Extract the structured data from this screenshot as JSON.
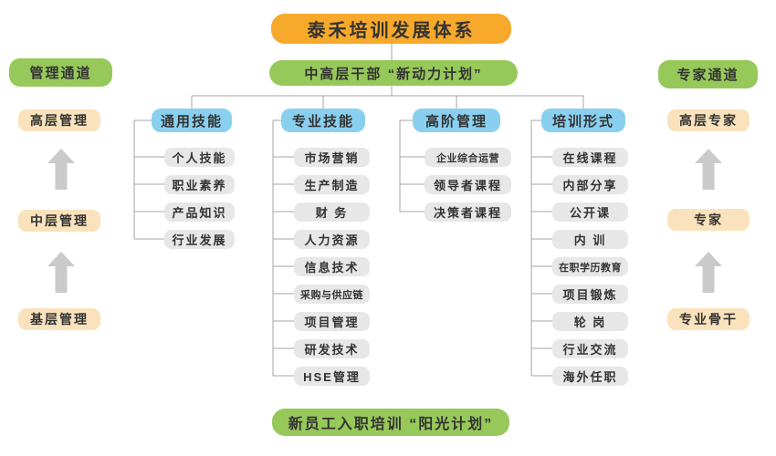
{
  "title": "泰禾培训发展体系",
  "program_banner": "中高层干部 “新动力计划”",
  "onboarding_banner": "新员工入职培训 “阳光计划”",
  "left_channel": {
    "title": "管理通道",
    "levels": [
      "高层管理",
      "中层管理",
      "基层管理"
    ]
  },
  "right_channel": {
    "title": "专家通道",
    "levels": [
      "高层专家",
      "专家",
      "专业骨干"
    ]
  },
  "columns": [
    {
      "header": "通用技能",
      "items": [
        "个人技能",
        "职业素养",
        "产品知识",
        "行业发展"
      ]
    },
    {
      "header": "专业技能",
      "items": [
        "市场营销",
        "生产制造",
        "财 务",
        "人力资源",
        "信息技术",
        "采购与供应链",
        "项目管理",
        "研发技术",
        "HSE管理"
      ]
    },
    {
      "header": "高阶管理",
      "items": [
        "企业综合运营",
        "领导者课程",
        "决策者课程"
      ]
    },
    {
      "header": "培训形式",
      "items": [
        "在线课程",
        "内部分享",
        "公开课",
        "内 训",
        "在职学历教育",
        "项目锻炼",
        "轮 岗",
        "行业交流",
        "海外任职"
      ]
    }
  ],
  "colors": {
    "title_bg": "#F7A92B",
    "banner_bg": "#97C85A",
    "header_bg": "#89CFEF",
    "item_bg": "#E7E7E7",
    "level_bg": "#FAE3BC"
  }
}
